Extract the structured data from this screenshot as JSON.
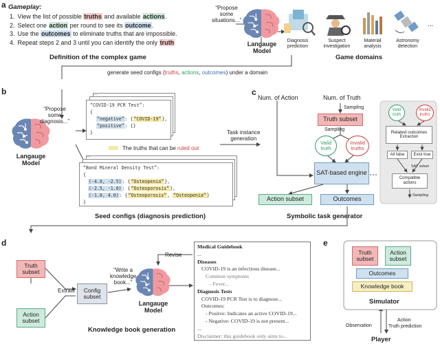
{
  "panel_a": {
    "letter": "a",
    "gameplay_title": "Gameplay",
    "steps": [
      {
        "num": "1.",
        "pre": "View the list of possible ",
        "h1": "truths",
        "mid": " and available ",
        "h2": "actions",
        "post": "."
      },
      {
        "num": "2.",
        "pre": "Select one ",
        "h1": "action",
        "mid": " per round to see its ",
        "h2": "outcome",
        "post": "."
      },
      {
        "num": "3.",
        "pre": "Use the ",
        "h1": "outcomes",
        "mid": " to eliminate truths that are impossible.",
        "h2": "",
        "post": ""
      },
      {
        "num": "4.",
        "pre": "Repeat steps 2 and 3 until you can identify the only ",
        "h1": "truth",
        "mid": "",
        "h2": "",
        "post": ""
      }
    ],
    "definition_label": "Definition of the complex game",
    "propose_quote_l1": "“Propose",
    "propose_quote_l2": "some",
    "propose_quote_l3": "situations...”",
    "model_label_l1": "Langauge",
    "model_label_l2": "Model",
    "domains": [
      "Diagnosis prediction",
      "Suspect investigation",
      "Material analysis",
      "Astronomy detection"
    ],
    "domains_ellipsis": "...",
    "game_domains_label": "Game domains",
    "seed_config_caption_pre": "generate seed configs (",
    "seed_config_caption_truths": "truths",
    "seed_config_caption_actions": "actions",
    "seed_config_caption_outcomes": "outcomes",
    "seed_config_caption_post": ") under a domain"
  },
  "panel_b": {
    "letter": "b",
    "propose_l1": "“Propose",
    "propose_l2": "some",
    "propose_l3": "diagnosis...”",
    "model_label_l1": "Langauge",
    "model_label_l2": "Model",
    "code1": {
      "dots": "...",
      "title": "“COVID-19 PCR Test”:",
      "open": "{",
      "neg_key": "“negative”",
      "neg_val": "“COVID-19”",
      "pos_key": "“positive”",
      "pos_val": "{}",
      "close": "}"
    },
    "legend_text_pre": "The truths that can be ",
    "legend_text_hl": "ruled out",
    "code2": {
      "dots": "...",
      "title": "“Bond Mineral Density Test”:",
      "open": "{",
      "r1_range": "(-4.0, -2.5)",
      "r1_val": "“Osteopenia”",
      "r2_range": "(-2.5, -1.0)",
      "r2_val": "“Osteoporosis”",
      "r3_range": "(-1.0, 4.0)",
      "r3_val1": "“Osteoporosis”",
      "r3_val2": "“Osteopenia”",
      "close": "}"
    },
    "task_instance_l1": "Task instance",
    "task_instance_l2": "generation",
    "seed_configs_label": "Seed configs (diagnosis prediction)"
  },
  "panel_c": {
    "letter": "c",
    "num_action": "Num. of Action",
    "num_truth": "Num. of Truth",
    "sampling1": "Sampling",
    "truth_subset": "Truth subset",
    "sampling2": "Sampling",
    "valid_truth": "Valid truth",
    "invalid_truths": "Invalid truths",
    "sat_engine": "SAT-based engine",
    "action_subset": "Action subset",
    "outcomes": "Outcomes",
    "symbolic_label": "Symbolic task generator",
    "detail": {
      "valid_truth": "Valid truth",
      "invalid_truths": "Invalid truths",
      "related_outcomes": "Related outcomes",
      "extraction": "Extraction",
      "all_false": "All false",
      "exist_true": "Exist true",
      "sat_solver": "SAT solver",
      "compatible_actions": "Compatible actions",
      "sampling": "Sampling"
    }
  },
  "panel_d": {
    "letter": "d",
    "truth_subset": "Truth subset",
    "action_subset": "Action subset",
    "extract": "Extract",
    "config_subset": "Config subset",
    "write_l1": "“Write a",
    "write_l2": "knowledge",
    "write_l3": "book...”",
    "revise": "Revise",
    "model_label_l1": "Langauge",
    "model_label_l2": "Model",
    "guidebook": [
      {
        "t": "Medical Guidebook",
        "b": true,
        "i": 0
      },
      {
        "t": "...",
        "b": false,
        "i": 0
      },
      {
        "t": "Diseases",
        "b": true,
        "i": 0
      },
      {
        "t": "COVID-19 is an infectious disease...",
        "b": false,
        "i": 1
      },
      {
        "t": "Common symptoms",
        "b": false,
        "i": 2
      },
      {
        "t": "- Fever...",
        "b": false,
        "i": 3
      },
      {
        "t": "Diagnosis Tests",
        "b": true,
        "i": 0
      },
      {
        "t": "COVID-19 PCR Test is to diagnose...",
        "b": false,
        "i": 1
      },
      {
        "t": "Outcomes:",
        "b": false,
        "i": 1
      },
      {
        "t": "- Positve: Indicates an active COVID-19...",
        "b": false,
        "i": 2
      },
      {
        "t": "- Negative: COVID-19 is not present...",
        "b": false,
        "i": 2
      },
      {
        "t": "...",
        "b": false,
        "i": 0
      },
      {
        "t": "Disclaimer: this guidebook only aims to...",
        "b": false,
        "i": 0
      }
    ],
    "knowledge_label": "Knowledge book generation"
  },
  "panel_e": {
    "letter": "e",
    "truth_subset": "Truth subset",
    "action_subset": "Action subset",
    "outcomes": "Outcomes",
    "knowledge_book": "Knowledge book",
    "simulator": "Simulator",
    "observation": "Observation",
    "action": "Action",
    "truth_prediction": "Truth prediction",
    "player": "Player"
  },
  "colors": {
    "truth_red": "#f2b8b8",
    "truth_border": "#d26a6a",
    "action_green": "#cdebdc",
    "action_border": "#5aa98a",
    "outcome_blue": "#cfe0ee",
    "outcome_border": "#6f9cc4",
    "knowledge_yellow": "#f7efc3",
    "config_grey": "#dfe3ea",
    "panel_grey": "#e9e9e9",
    "brain_pink": "#f09aa0",
    "brain_blue": "#6a86b3"
  }
}
